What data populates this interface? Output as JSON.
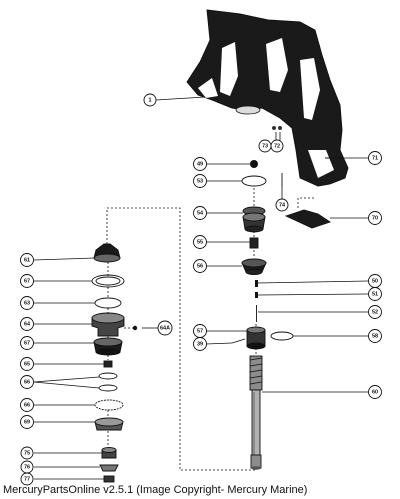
{
  "caption": "MercuryPartsOnline v2.5.1 (Image Copyright- Mercury Marine)",
  "callouts": [
    "1",
    "73",
    "72",
    "71",
    "49",
    "53",
    "74",
    "70",
    "54",
    "55",
    "56",
    "50",
    "51",
    "52",
    "57",
    "58",
    "39",
    "60",
    "61",
    "67",
    "63",
    "64",
    "64A",
    "67",
    "65",
    "66",
    "66",
    "69",
    "75",
    "76",
    "77"
  ]
}
